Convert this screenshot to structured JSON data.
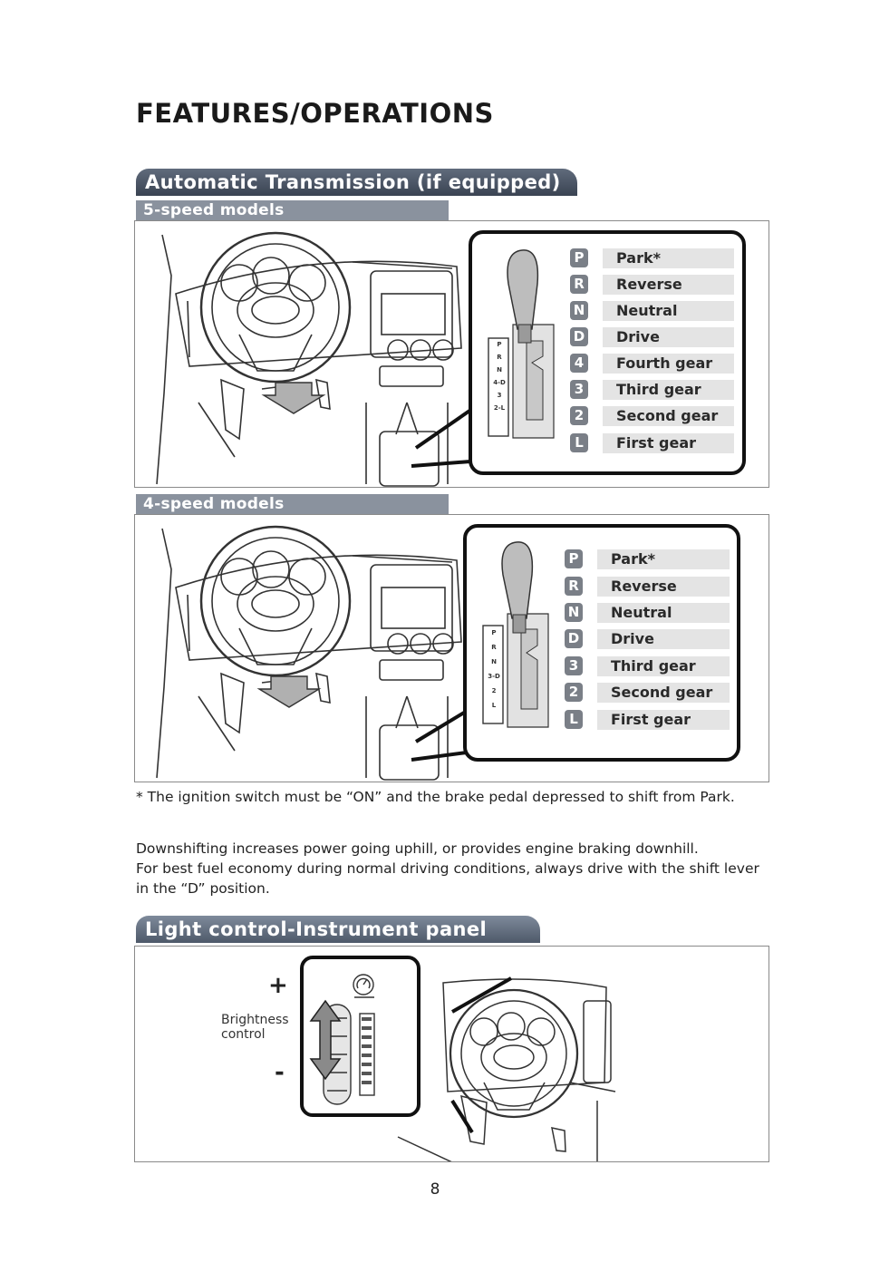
{
  "page_title": "FEATURES/OPERATIONS",
  "sections": {
    "transmission": {
      "title": "Automatic Transmission (if equipped)",
      "five_speed": {
        "title": "5-speed models",
        "gate_labels": [
          "P",
          "R",
          "N",
          "4-D",
          "3",
          "2-L"
        ],
        "gears": [
          {
            "badge": "P",
            "label": "Park*"
          },
          {
            "badge": "R",
            "label": "Reverse"
          },
          {
            "badge": "N",
            "label": "Neutral"
          },
          {
            "badge": "D",
            "label": "Drive"
          },
          {
            "badge": "4",
            "label": "Fourth gear"
          },
          {
            "badge": "3",
            "label": "Third gear"
          },
          {
            "badge": "2",
            "label": "Second gear"
          },
          {
            "badge": "L",
            "label": "First gear"
          }
        ]
      },
      "four_speed": {
        "title": "4-speed models",
        "gate_labels": [
          "P",
          "R",
          "N",
          "3-D",
          "2",
          "L"
        ],
        "gears": [
          {
            "badge": "P",
            "label": "Park*"
          },
          {
            "badge": "R",
            "label": "Reverse"
          },
          {
            "badge": "N",
            "label": "Neutral"
          },
          {
            "badge": "D",
            "label": "Drive"
          },
          {
            "badge": "3",
            "label": "Third gear"
          },
          {
            "badge": "2",
            "label": "Second gear"
          },
          {
            "badge": "L",
            "label": "First gear"
          }
        ]
      }
    },
    "notes": {
      "footnote": "* The ignition switch must be “ON” and the brake pedal depressed to shift from Park.",
      "paragraph_1": "Downshifting increases power going uphill, or provides engine braking downhill.",
      "paragraph_2": "For best fuel economy during normal driving conditions, always drive with the shift lever in the “D” position."
    },
    "light_control": {
      "title": "Light control-Instrument panel",
      "brightness_label": "Brightness\ncontrol",
      "plus": "+",
      "minus": "-"
    }
  },
  "page_number": "8"
}
